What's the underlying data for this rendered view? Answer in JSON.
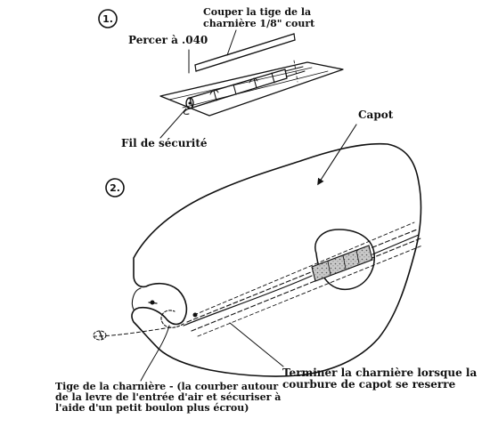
{
  "steps": {
    "step1": "1.",
    "step2": "2."
  },
  "labels": {
    "couper_line1": "Couper la tige de la",
    "couper_line2": "charnière 1/8\" court",
    "percer": "Percer à .040",
    "fil": "Fil de sécurité",
    "capot": "Capot",
    "terminer_line1": "Terminer la charnière lorsque la",
    "terminer_line2": "courbure de capot se reserre",
    "tige_line1": "Tige de la charnière - (la courber autour",
    "tige_line2": "de la levre de l'entrée d'air et sécuriser à",
    "tige_line3": "l'aide d'un petit boulon plus écrou)"
  }
}
